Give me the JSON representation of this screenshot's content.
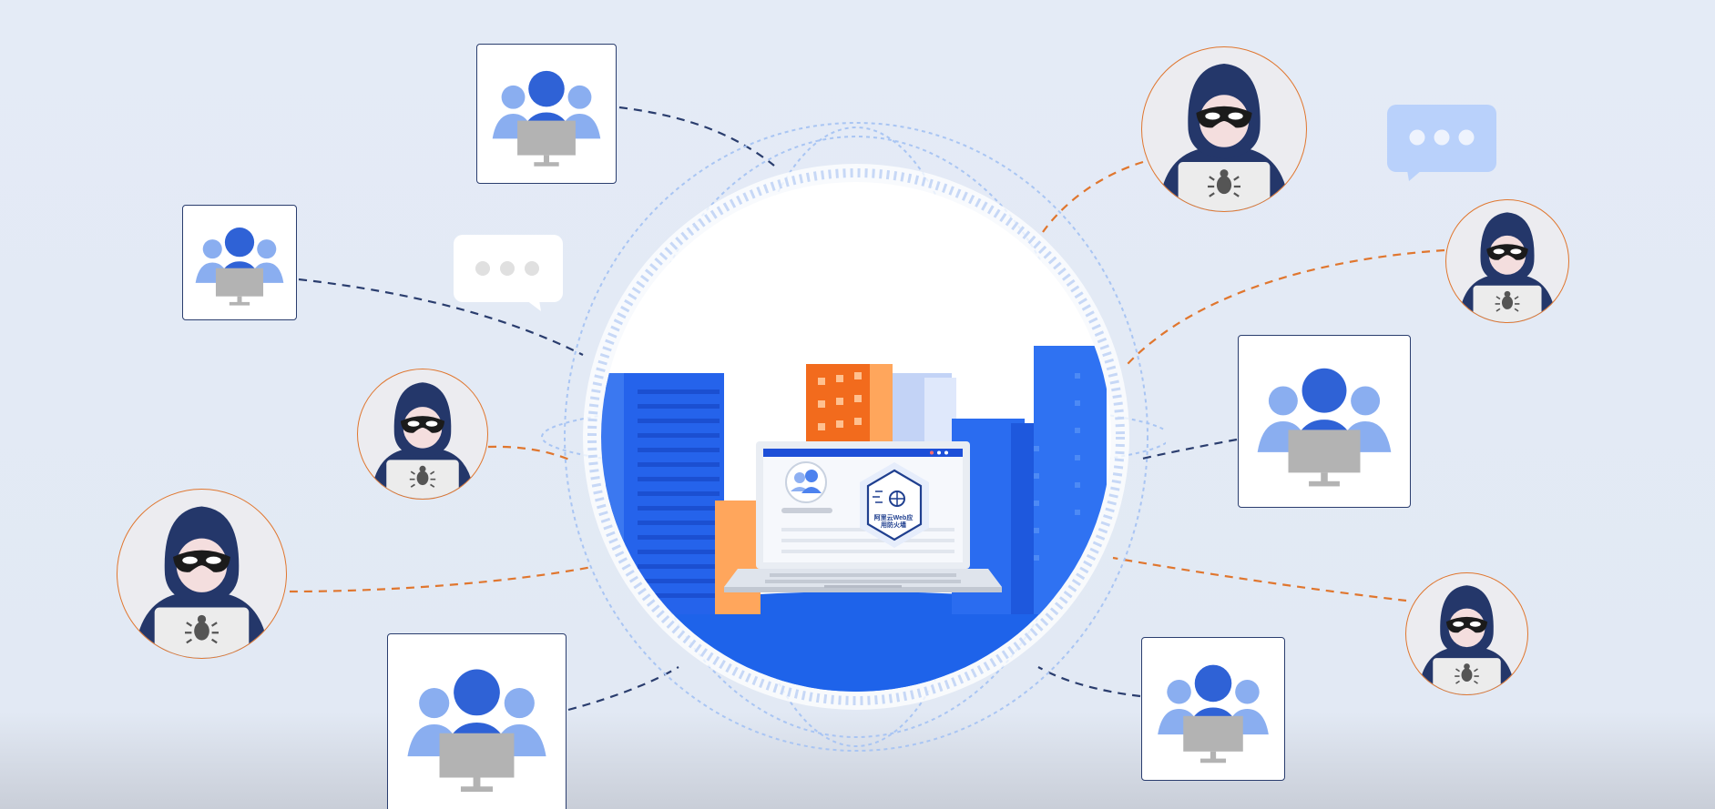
{
  "diagram": {
    "shield_label": "阿里云Web应用防火墙",
    "colors": {
      "background": "#e3eaf5",
      "user_link": "#2a3d6e",
      "attack_link": "#e0762e",
      "hacker_border": "#e0762e",
      "globe_blue": "#2563eb",
      "building_orange": "#f26b1d",
      "bubble_blue": "#b9d1fb",
      "bubble_white": "#ffffff"
    },
    "icons": {
      "user": "user-group-computer-icon",
      "hacker": "hacker-laptop-icon",
      "bug": "bug-icon",
      "shield": "firewall-shield-icon",
      "chat": "chat-bubble-icon"
    },
    "users": [
      {
        "id": "user-top"
      },
      {
        "id": "user-left"
      },
      {
        "id": "user-bottom-left"
      },
      {
        "id": "user-right"
      },
      {
        "id": "user-bottom-right"
      }
    ],
    "hackers": [
      {
        "id": "hacker-left-middle"
      },
      {
        "id": "hacker-left-bottom"
      },
      {
        "id": "hacker-top-right"
      },
      {
        "id": "hacker-right-upper"
      },
      {
        "id": "hacker-right-lower"
      }
    ]
  }
}
